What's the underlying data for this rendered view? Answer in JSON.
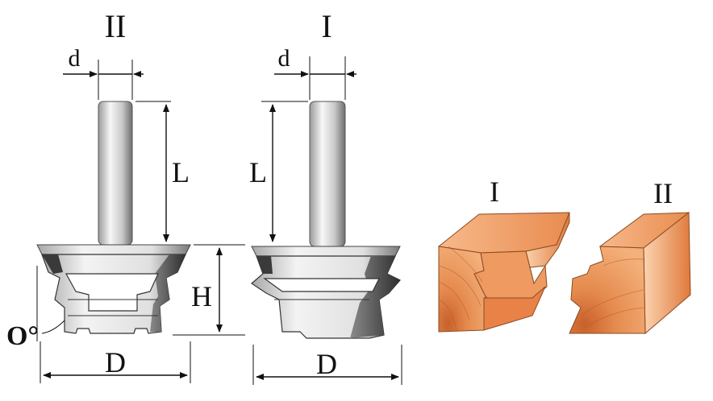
{
  "left_cutter": {
    "roman_label": "II",
    "d_label": "d",
    "l_label": "L",
    "h_label": "H",
    "d_diameter_label": "D",
    "angle_label": "O°"
  },
  "right_cutter": {
    "roman_label": "I",
    "d_label": "d",
    "l_label": "L",
    "d_diameter_label": "D"
  },
  "joint": {
    "label_i": "I",
    "label_ii": "II"
  },
  "colors": {
    "wood_face": "#e8874a",
    "wood_top": "#f5a56a",
    "wood_side": "#f09a5c",
    "steel_light": "#f2f2f2",
    "steel_dark": "#3a3a3a"
  }
}
